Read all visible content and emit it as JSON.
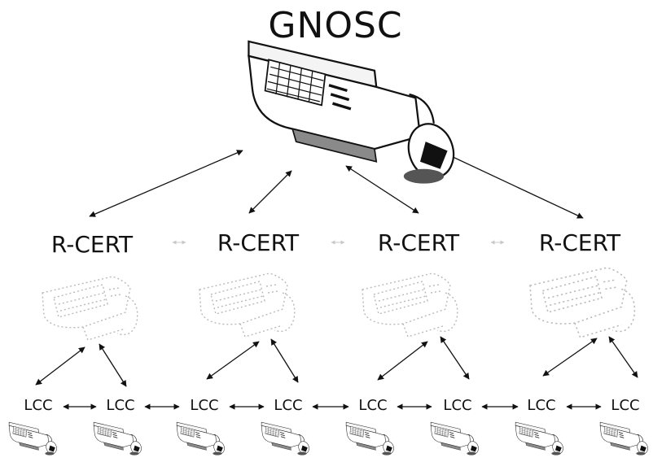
{
  "diagram": {
    "top_node": {
      "label": "GNOSC"
    },
    "regional_nodes": [
      {
        "label": "R-CERT"
      },
      {
        "label": "R-CERT"
      },
      {
        "label": "R-CERT"
      },
      {
        "label": "R-CERT"
      }
    ],
    "local_nodes": [
      {
        "label": "LCC"
      },
      {
        "label": "LCC"
      },
      {
        "label": "LCC"
      },
      {
        "label": "LCC"
      },
      {
        "label": "LCC"
      },
      {
        "label": "LCC"
      },
      {
        "label": "LCC"
      },
      {
        "label": "LCC"
      }
    ],
    "links": {
      "top_to_regional": "bidirectional",
      "regional_to_local": "bidirectional",
      "local_to_local": "bidirectional",
      "regional_to_regional": "bidirectional"
    },
    "icons": {
      "top": "computer-terminal-icon",
      "regional": "faded-computer-terminal-icon",
      "local": "computer-terminal-icon"
    }
  }
}
